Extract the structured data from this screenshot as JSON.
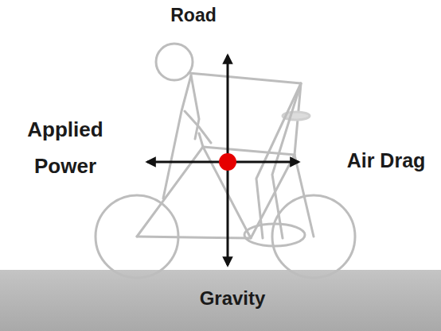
{
  "diagram": {
    "labels": [
      "Road",
      "Applied Power",
      "Air Drag",
      "Gravity"
    ]
  }
}
